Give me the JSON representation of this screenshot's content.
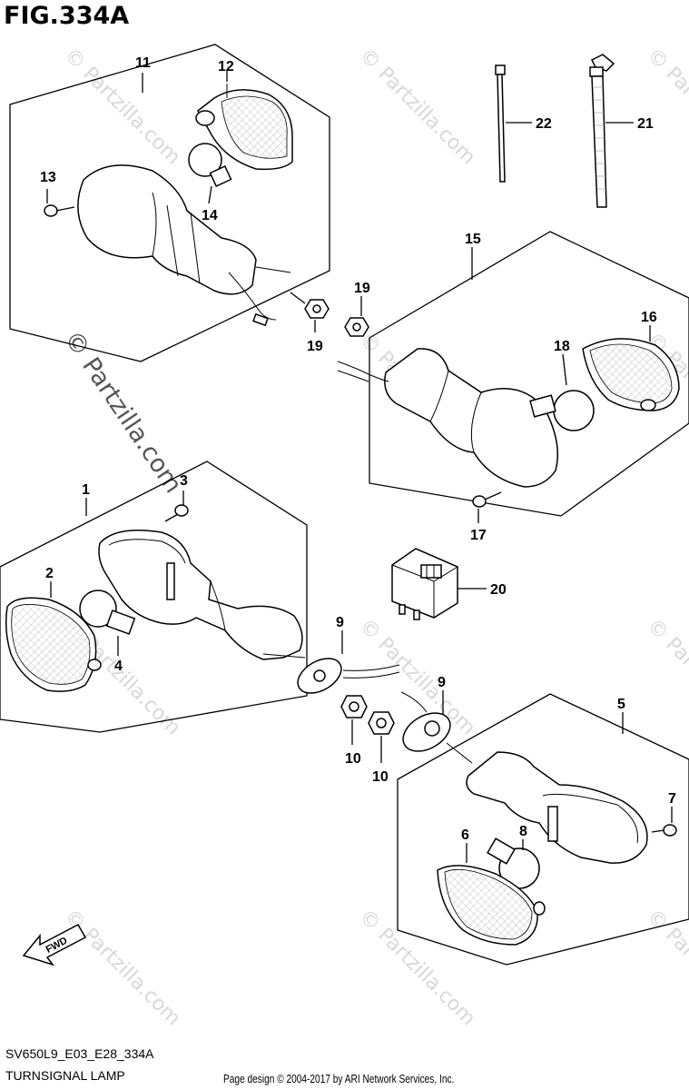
{
  "figure": {
    "title": "FIG.334A",
    "code": "SV650L9_E03_E28_334A",
    "name": "TURNSIGNAL LAMP",
    "credit": "Page design © 2004-2017 by ARI Network Services, Inc.",
    "watermark": "© Partzilla.com",
    "fwd_label": "FWD"
  },
  "callouts": [
    "1",
    "2",
    "3",
    "4",
    "5",
    "6",
    "7",
    "8",
    "9",
    "9",
    "10",
    "10",
    "11",
    "12",
    "13",
    "14",
    "15",
    "16",
    "17",
    "18",
    "19",
    "19",
    "20",
    "21",
    "22"
  ]
}
